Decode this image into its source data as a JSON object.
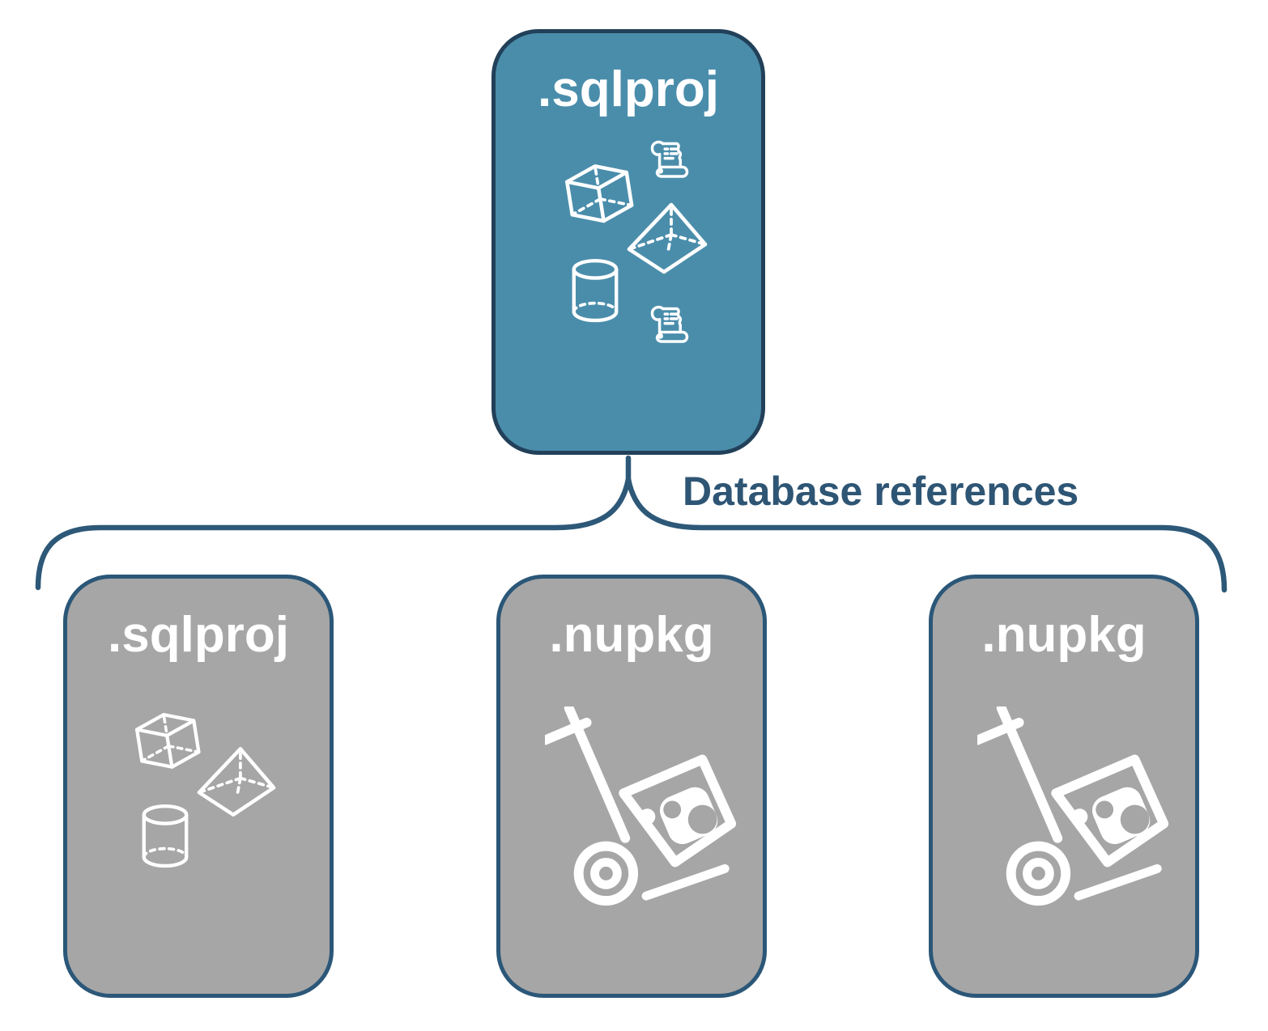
{
  "diagram": {
    "top_card": {
      "label": ".sqlproj",
      "icons": [
        "scroll-icon",
        "cube-icon",
        "pyramid-icon",
        "cylinder-icon",
        "scroll-icon"
      ]
    },
    "connector_label": "Database references",
    "bottom_cards": [
      {
        "label": ".sqlproj",
        "icons": [
          "cube-icon",
          "pyramid-icon",
          "cylinder-icon"
        ]
      },
      {
        "label": ".nupkg",
        "icons": [
          "nuget-handtruck-icon"
        ]
      },
      {
        "label": ".nupkg",
        "icons": [
          "nuget-handtruck-icon"
        ]
      }
    ],
    "colors": {
      "top_card_fill": "#4a8dab",
      "top_card_border": "#224059",
      "bottom_card_fill": "#a6a6a6",
      "bottom_card_border": "#2b5778",
      "label_text": "#ffffff",
      "connector_stroke": "#2d5878",
      "connector_label_text": "#2e5574"
    }
  }
}
